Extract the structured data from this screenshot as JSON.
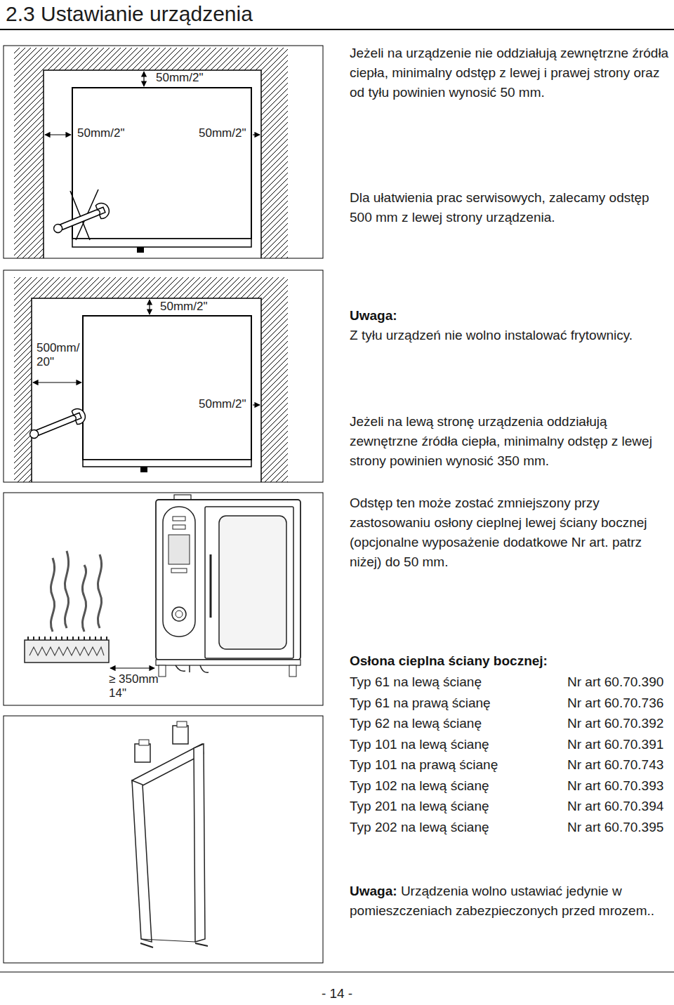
{
  "diagram": {
    "title": "2.3 Ustawianie urządzenia",
    "labels": [
      "50mm/2\"",
      "50mm/2\"",
      "50mm/2\"",
      "Jeżeli na urządzenie nie oddziałują zewnętrzne źródła ciepła, minimalny odstęp z lewej i prawej strony oraz od tyłu powinien wynosić 50 mm.",
      "Dla ułatwienia prac serwisowych, zalecamy odstęp 500 mm z lewej strony urządzenia.",
      "50mm/2\"",
      "500mm/ 20\"",
      "50mm/2\"",
      "Uwaga:",
      "Z tyłu urządzeń nie wolno instalować frytownicy.",
      "Jeżeli na lewą stronę urządzenia oddziałują zewnętrzne źródła ciepła, minimalny odstęp z lewej strony powinien wynosić 350 mm.",
      "Odstęp ten może zostać zmniejszony przy zastosowaniu osłony cieplnej lewej ściany bocznej (opcjonalne wyposażenie dodatkowe Nr art. patrz niżej) do 50 mm.",
      "≥ 350mm 14\"",
      "Osłona cieplna ściany bocznej:",
      "Typ 61 na lewą ścianę",
      "Nr art 60.70.390",
      "Typ 61 na prawą ścianę",
      "Nr art 60.70.736",
      "Typ 62 na lewą ścianę",
      "Nr art 60.70.392",
      "Typ 101 na lewą ścianę",
      "Nr art 60.70.391",
      "Typ 101 na prawą ścianę",
      "Nr art 60.70.743",
      "Typ 102 na lewą ścianę",
      "Nr art 60.70.393",
      "Typ 201 na lewą ścianę",
      "Nr art 60.70.394",
      "Typ 202 na lewą ścianę",
      "Nr art 60.70.395",
      "Uwaga:",
      "Urządzenia wolno ustawiać jedynie w pomieszczeniach zabezpieczonych przed mrozem..",
      "- 14 -"
    ]
  }
}
